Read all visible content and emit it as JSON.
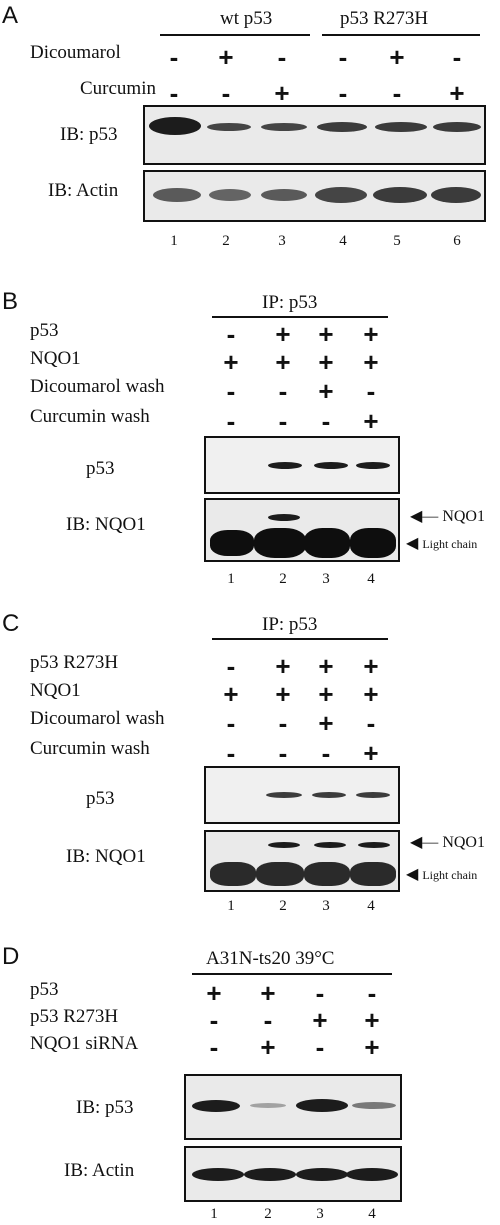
{
  "panels": [
    {
      "letter": "A",
      "groups": [
        "wt p53",
        "p53 R273H"
      ],
      "conditions": [
        {
          "label": "Dicoumarol",
          "signs": [
            "-",
            "+",
            "-",
            "-",
            "+",
            "-"
          ]
        },
        {
          "label": "Curcumin",
          "signs": [
            "-",
            "-",
            "+",
            "-",
            "-",
            "+"
          ]
        }
      ],
      "blots": [
        "IB: p53",
        "IB: Actin"
      ],
      "lanes": [
        "1",
        "2",
        "3",
        "4",
        "5",
        "6"
      ]
    },
    {
      "letter": "B",
      "header": "IP: p53",
      "conditions": [
        {
          "label": "p53",
          "signs": [
            "-",
            "+",
            "+",
            "+"
          ]
        },
        {
          "label": "NQO1",
          "signs": [
            "+",
            "+",
            "+",
            "+"
          ]
        },
        {
          "label": "Dicoumarol wash",
          "signs": [
            "-",
            "-",
            "+",
            "-"
          ]
        },
        {
          "label": "Curcumin wash",
          "signs": [
            "-",
            "-",
            "-",
            "+"
          ]
        }
      ],
      "blots": [
        "p53",
        "IB: NQO1"
      ],
      "arrows": [
        "NQO1",
        "Light chain"
      ],
      "lanes": [
        "1",
        "2",
        "3",
        "4"
      ]
    },
    {
      "letter": "C",
      "header": "IP: p53",
      "conditions": [
        {
          "label": "p53 R273H",
          "signs": [
            "-",
            "+",
            "+",
            "+"
          ]
        },
        {
          "label": "NQO1",
          "signs": [
            "+",
            "+",
            "+",
            "+"
          ]
        },
        {
          "label": "Dicoumarol wash",
          "signs": [
            "-",
            "-",
            "+",
            "-"
          ]
        },
        {
          "label": "Curcumin wash",
          "signs": [
            "-",
            "-",
            "-",
            "+"
          ]
        }
      ],
      "blots": [
        "p53",
        "IB: NQO1"
      ],
      "arrows": [
        "NQO1",
        "Light chain"
      ],
      "lanes": [
        "1",
        "2",
        "3",
        "4"
      ]
    },
    {
      "letter": "D",
      "header": "A31N-ts20  39°C",
      "conditions": [
        {
          "label": "p53",
          "signs": [
            "+",
            "+",
            "-",
            "-"
          ]
        },
        {
          "label": "p53 R273H",
          "signs": [
            "-",
            "-",
            "+",
            "+"
          ]
        },
        {
          "label": "NQO1 siRNA",
          "signs": [
            "-",
            "+",
            "-",
            "+"
          ]
        }
      ],
      "blots": [
        "IB: p53",
        "IB: Actin"
      ],
      "lanes": [
        "1",
        "2",
        "3",
        "4"
      ]
    }
  ]
}
